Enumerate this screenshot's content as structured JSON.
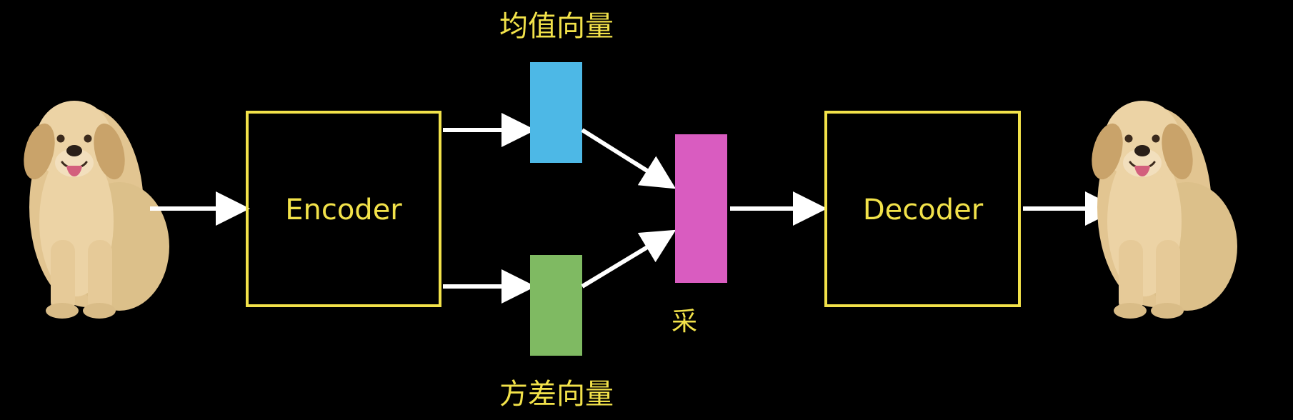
{
  "diagram": {
    "encoder": {
      "label": "Encoder"
    },
    "decoder": {
      "label": "Decoder"
    },
    "mean_vector": {
      "label": "均值向量"
    },
    "variance_vector": {
      "label": "方差向量"
    },
    "sample_vector": {
      "label": "采"
    },
    "input_image": {
      "subject": "golden-retriever-puppy"
    },
    "output_image": {
      "subject": "golden-retriever-puppy"
    }
  },
  "colors": {
    "background": "#000000",
    "box_border": "#f2e24a",
    "label_text": "#f2e24a",
    "arrow": "#ffffff",
    "mean_vector": "#4db8e6",
    "variance_vector": "#7fba62",
    "sample_vector": "#d95cc0",
    "puppy_fur": "#e2c591"
  }
}
